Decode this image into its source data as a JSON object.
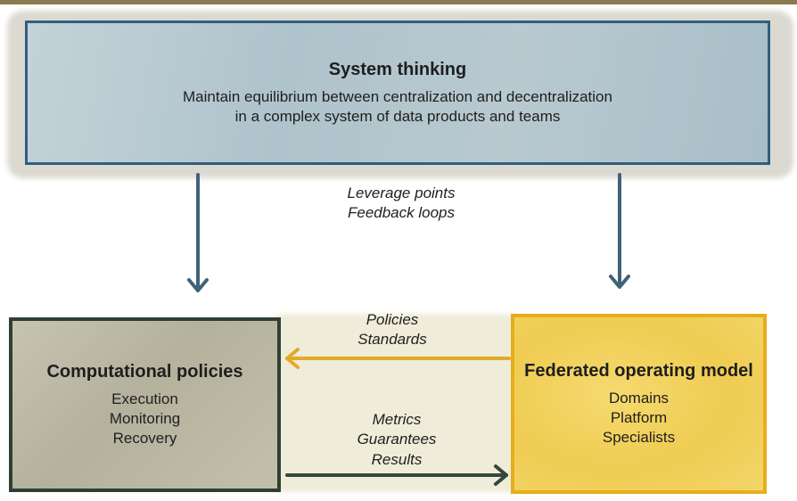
{
  "colors": {
    "top_rule": "#8b7a4f",
    "system_border": "#2f5f82",
    "system_fill": "#b9c9d1",
    "system_wash": "#d8d5cd",
    "computational_border": "#2f3f33",
    "computational_fill": "#bdbba8",
    "federated_border": "#e8ad1c",
    "federated_fill": "#f1cf5c",
    "arrow_down": "#3f6379",
    "arrow_left": "#e3aa27",
    "arrow_right": "#34473b"
  },
  "system_thinking": {
    "title": "System thinking",
    "line1": "Maintain equilibrium between centralization and decentralization",
    "line2": "in a complex system of data products and teams"
  },
  "down_label": {
    "line1": "Leverage points",
    "line2": "Feedback loops"
  },
  "computational_policies": {
    "title": "Computational policies",
    "items": [
      "Execution",
      "Monitoring",
      "Recovery"
    ]
  },
  "federated_operating_model": {
    "title": "Federated operating model",
    "items": [
      "Domains",
      "Platform",
      "Specialists"
    ]
  },
  "left_arrow_label": {
    "line1": "Policies",
    "line2": "Standards"
  },
  "right_arrow_label": {
    "line1": "Metrics",
    "line2": "Guarantees",
    "line3": "Results"
  },
  "icons": {
    "down_arrow_left": "arrow-down-icon",
    "down_arrow_right": "arrow-down-icon",
    "policies_arrow": "arrow-left-icon",
    "metrics_arrow": "arrow-right-icon"
  }
}
